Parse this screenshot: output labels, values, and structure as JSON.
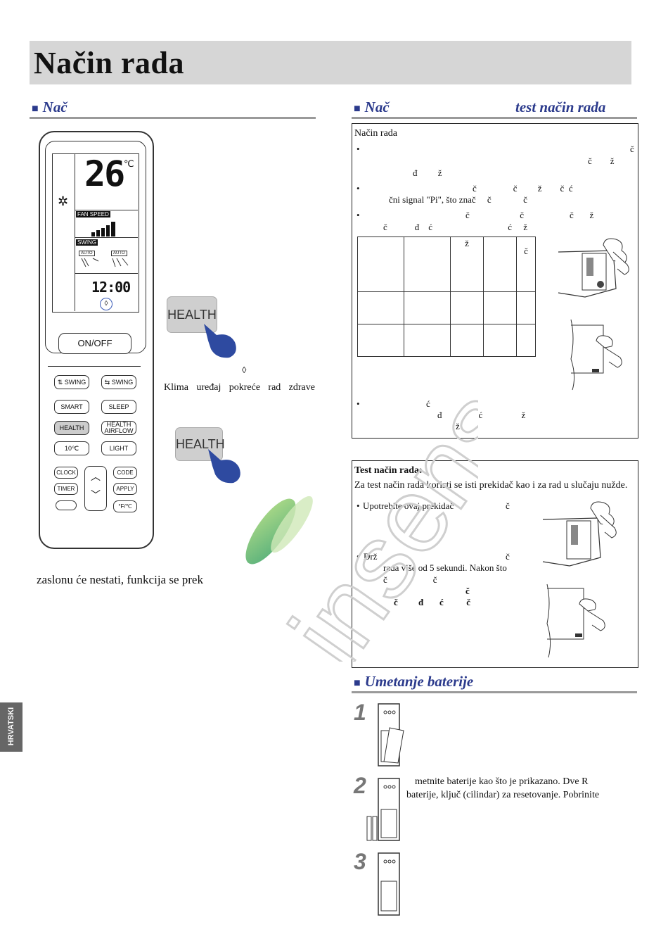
{
  "page": {
    "title": "Način rada",
    "side_tab": "HRVATSKI"
  },
  "left": {
    "heading": "Nač",
    "health_press_text": "Klima uređaj pokreće rad zdrave",
    "footer_text": "zaslonu će nestati, funkcija se prek",
    "health_button_label": "HEALTH"
  },
  "remote": {
    "temperature": "26",
    "temp_unit": "℃",
    "fan_speed_label": "FAN SPEED",
    "swing_label": "SWING",
    "swing_auto_1": "AUTO",
    "swing_auto_2": "AUTO",
    "clock": "12:00",
    "buttons": {
      "onoff": "ON/OFF",
      "swing_v": "SWING",
      "swing_h": "SWING",
      "smart": "SMART",
      "sleep": "SLEEP",
      "health": "HEALTH",
      "health_airflow_1": "HEALTH",
      "health_airflow_2": "AIRFLOW",
      "ten_c": "10℃",
      "light": "LIGHT",
      "clock": "CLOCK",
      "code": "CODE",
      "timer": "TIMER",
      "apply": "APPLY",
      "unit": "°F/℃"
    }
  },
  "right": {
    "heading_1": "Nač",
    "heading_2": "test način rada",
    "box1": {
      "title": "Način rada",
      "line1": "č",
      "line2": "č        ž",
      "line3": "đ         ž",
      "line4": "č                č         ž        č  ć",
      "line5": "čni signal \"Pi\", što znač     č              č",
      "line6": "č                      č                    č       ž",
      "line7": "č            đ    ć                                 ć     ž",
      "table_z": "ž",
      "table_c": "č",
      "line8": "ć",
      "line9": "đ                ć                 ž",
      "line10": "ž"
    },
    "box2": {
      "title": "Test način rada:",
      "intro": "Za test način rada koristi se isti prekidač kao i za rad u slučaju nužde.",
      "b1": "Upotrebite ovaj prekidač",
      "b1c": "č",
      "b2": "Drž",
      "b2c": "č",
      "b2_line2": "rada više od 5 sekundi. Nakon što",
      "b2_line3": "č                    č",
      "b2_line4": "č",
      "b2_line5": "č         đ       ć          č"
    },
    "battery": {
      "heading": "Umetanje baterije",
      "step1": "1",
      "step2": "2",
      "step3": "3",
      "step2_line1": "metnite baterije kao što je prikazano. Dve R",
      "step2_line2": "baterije, ključ (cilindar) za resetovanje. Pobrinite"
    }
  },
  "watermark": {
    "text": "insens"
  }
}
